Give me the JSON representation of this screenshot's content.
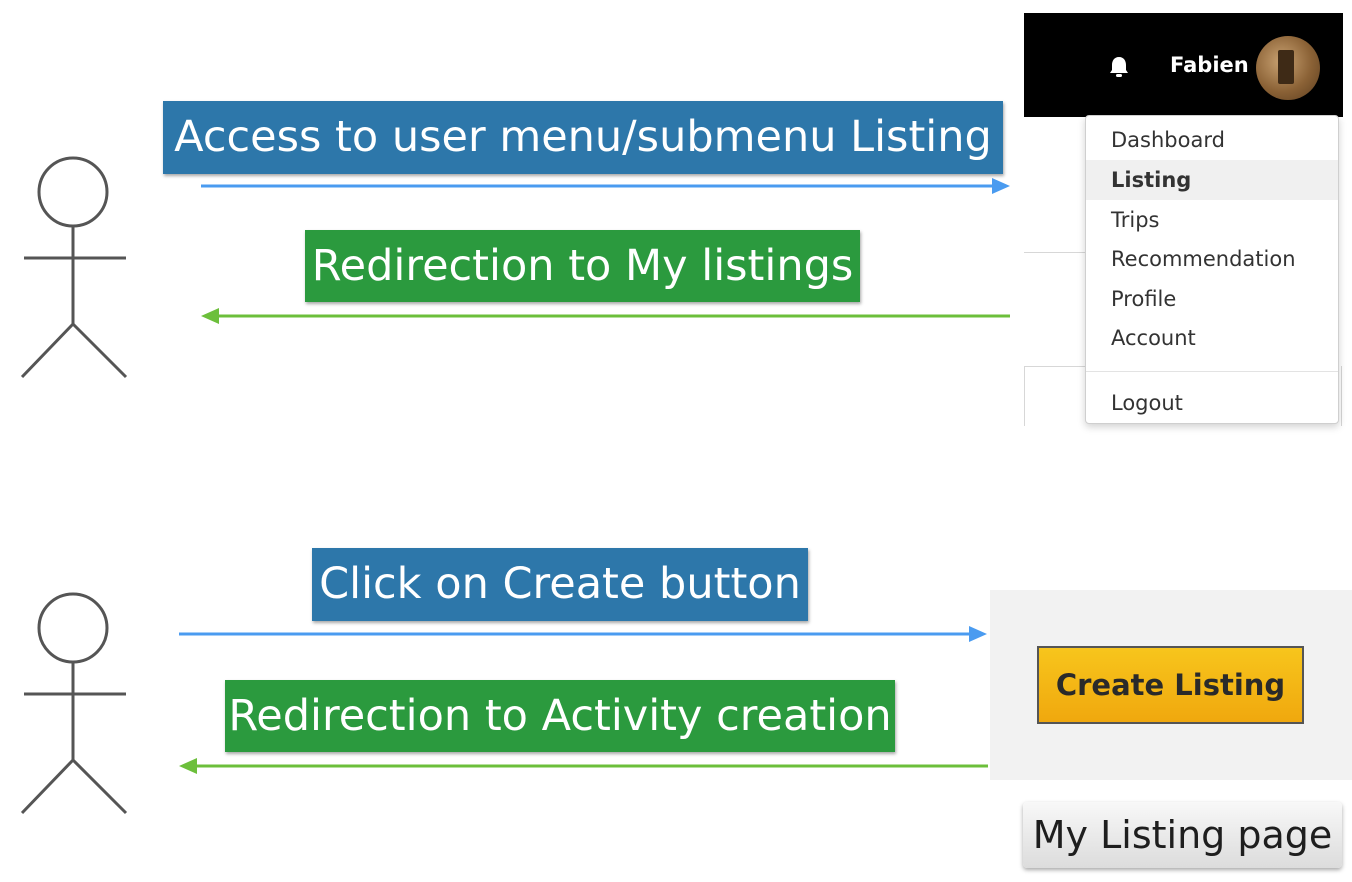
{
  "top_flow": {
    "request_label": "Access to user menu/submenu Listing",
    "response_label": "Redirection to My listings"
  },
  "bottom_flow": {
    "request_label": "Click on Create button",
    "response_label": "Redirection to Activity creation"
  },
  "navbar": {
    "username": "Fabien",
    "icons": [
      "bell-icon",
      "avatar"
    ]
  },
  "user_menu": {
    "items": [
      "Dashboard",
      "Listing",
      "Trips",
      "Recommendation",
      "Profile",
      "Account"
    ],
    "active_item": "Listing",
    "logout": "Logout"
  },
  "create_panel": {
    "button_label": "Create Listing",
    "page_caption": "My Listing page"
  },
  "colors": {
    "request_label_bg": "#2d77aa",
    "response_label_bg": "#2b9a3e",
    "request_arrow": "#4a9bf0",
    "response_arrow": "#6cbf3b",
    "button": "#f2b614",
    "navbar": "#000000"
  }
}
